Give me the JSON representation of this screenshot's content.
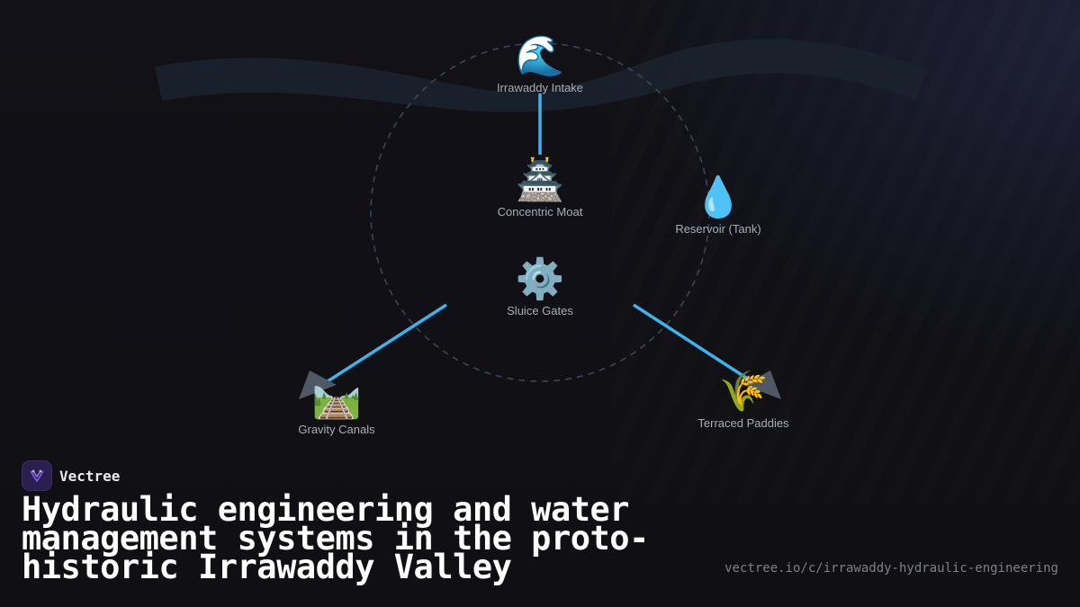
{
  "diagram": {
    "nodes": [
      {
        "id": "intake",
        "label": "Irrawaddy Intake",
        "icon": "water-wave-icon",
        "glyph": "🌊"
      },
      {
        "id": "moat",
        "label": "Concentric Moat",
        "icon": "castle-icon",
        "glyph": "🏯"
      },
      {
        "id": "reservoir",
        "label": "Reservoir (Tank)",
        "icon": "droplet-icon",
        "glyph": "💧"
      },
      {
        "id": "sluice",
        "label": "Sluice Gates",
        "icon": "gear-icon",
        "glyph": "⚙️"
      },
      {
        "id": "canals",
        "label": "Gravity Canals",
        "icon": "railway-track-icon",
        "glyph": "🛤️"
      },
      {
        "id": "paddies",
        "label": "Terraced Paddies",
        "icon": "rice-sheaf-icon",
        "glyph": "🌾"
      }
    ],
    "edges": [
      {
        "from": "intake",
        "to": "moat"
      },
      {
        "from": "sluice",
        "to": "canals"
      },
      {
        "from": "sluice",
        "to": "paddies"
      }
    ],
    "colors": {
      "edge": "#3ab4ec",
      "river": "#1c2430",
      "ring": "#3a4658"
    }
  },
  "brand": {
    "name": "Vectree",
    "logo_icon": "vectree-logo-icon",
    "logo_color": "#8b5cf6"
  },
  "title": "Hydraulic engineering and water management systems in the proto-historic Irrawaddy Valley",
  "url": "vectree.io/c/irrawaddy-hydraulic-engineering"
}
